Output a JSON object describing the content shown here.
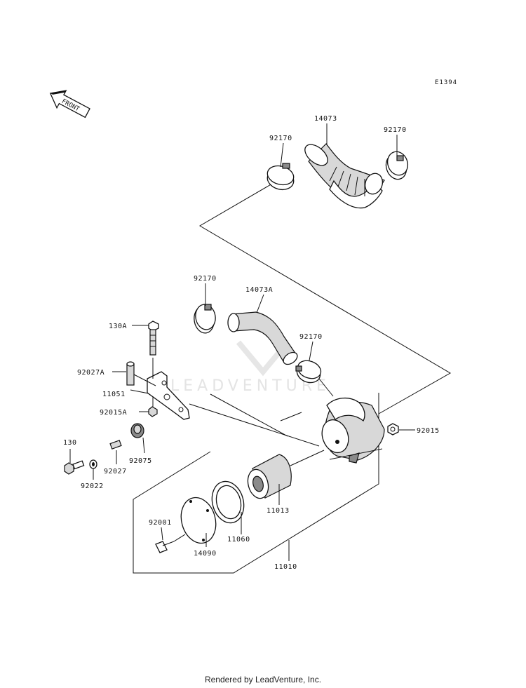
{
  "diagram": {
    "code": "E1394",
    "front_label": "FRONT",
    "watermark": "LEADVENTURE",
    "footer": "Rendered by LeadVenture, Inc.",
    "labels": {
      "p14073": "14073",
      "p92170_a": "92170",
      "p92170_b": "92170",
      "p92170_c": "92170",
      "p92170_d": "92170",
      "p14073a": "14073A",
      "p130a": "130A",
      "p92027a": "92027A",
      "p11051": "11051",
      "p92015a": "92015A",
      "p92015": "92015",
      "p130": "130",
      "p92022": "92022",
      "p92027": "92027",
      "p92075": "92075",
      "p11013": "11013",
      "p92001": "92001",
      "p14090": "14090",
      "p11060": "11060",
      "p11010": "11010"
    }
  }
}
